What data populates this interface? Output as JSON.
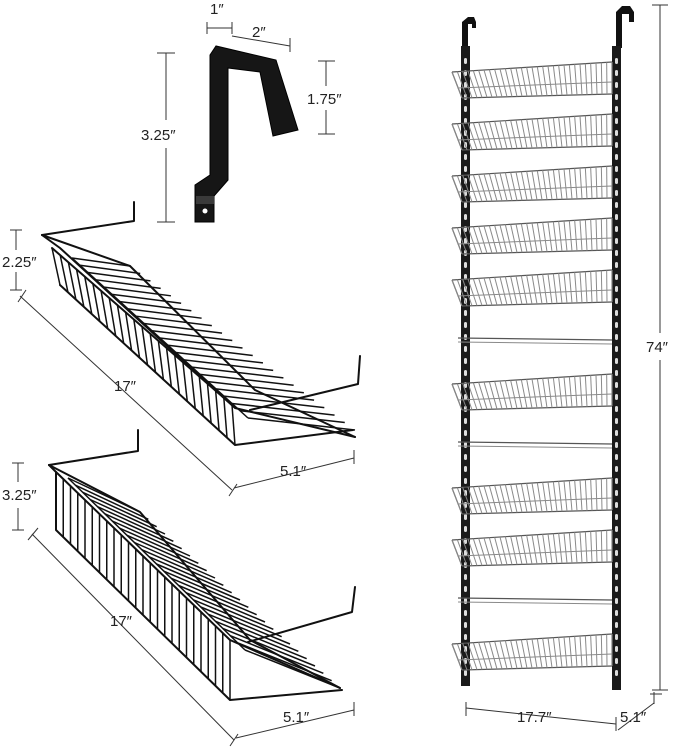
{
  "labels": {
    "hook_depth": "1″",
    "hook_width": "2″",
    "hook_inner_height": "1.75″",
    "hook_height": "3.25″",
    "basket1_height": "2.25″",
    "basket1_length": "17″",
    "basket1_depth": "5.1″",
    "basket2_height": "3.25″",
    "basket2_length": "17″",
    "basket2_depth": "5.1″",
    "rack_height": "74″",
    "rack_width": "17.7″",
    "rack_depth": "5.1″"
  },
  "rack": {
    "rows": [
      {
        "kind": "basket"
      },
      {
        "kind": "basket"
      },
      {
        "kind": "basket"
      },
      {
        "kind": "basket"
      },
      {
        "kind": "basket"
      },
      {
        "kind": "rail"
      },
      {
        "kind": "basket"
      },
      {
        "kind": "rail"
      },
      {
        "kind": "basket"
      },
      {
        "kind": "basket"
      },
      {
        "kind": "rail"
      },
      {
        "kind": "basket"
      }
    ]
  }
}
